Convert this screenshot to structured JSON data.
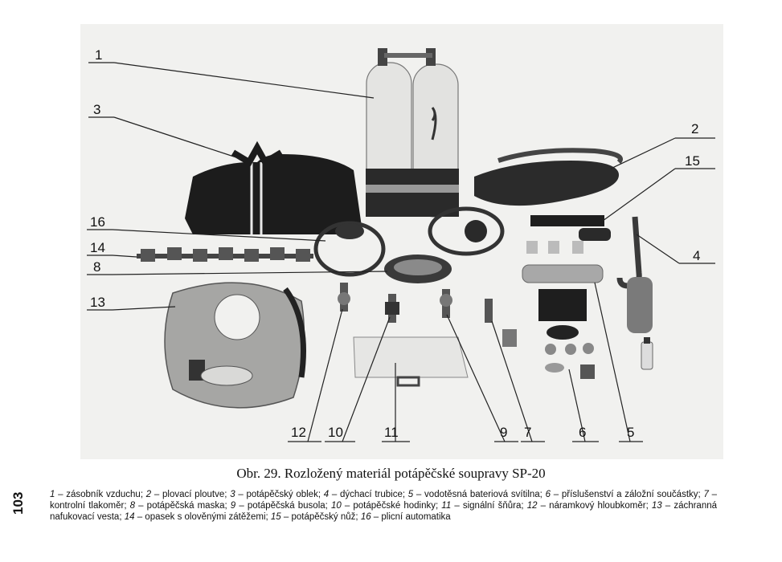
{
  "page_number": "103",
  "figure": {
    "caption": "Obr. 29. Rozložený materiál potápěčské soupravy SP-20",
    "legend": [
      {
        "num": "1",
        "text": "zásobník vzduchu"
      },
      {
        "num": "2",
        "text": "plovací ploutve"
      },
      {
        "num": "3",
        "text": "potápěčský oblek"
      },
      {
        "num": "4",
        "text": "dýchací trubice"
      },
      {
        "num": "5",
        "text": "vodotěsná bateriová svítilna"
      },
      {
        "num": "6",
        "text": "příslušenství a záložní součástky"
      },
      {
        "num": "7",
        "text": "kontrolní tlakoměr"
      },
      {
        "num": "8",
        "text": "potápěčská maska"
      },
      {
        "num": "9",
        "text": "potápěčská busola"
      },
      {
        "num": "10",
        "text": "potápěčské hodinky"
      },
      {
        "num": "11",
        "text": "signální šňůra"
      },
      {
        "num": "12",
        "text": "náramkový hloubkoměr"
      },
      {
        "num": "13",
        "text": "záchranná nafukovací vesta"
      },
      {
        "num": "14",
        "text": "opasek s olověnými zátěžemi"
      },
      {
        "num": "15",
        "text": "potápěčský nůž"
      },
      {
        "num": "16",
        "text": "plicní automatika"
      }
    ],
    "callouts": [
      "1",
      "3",
      "2",
      "15",
      "16",
      "14",
      "8",
      "4",
      "13",
      "12",
      "10",
      "11",
      "9",
      "7",
      "6",
      "5"
    ]
  }
}
